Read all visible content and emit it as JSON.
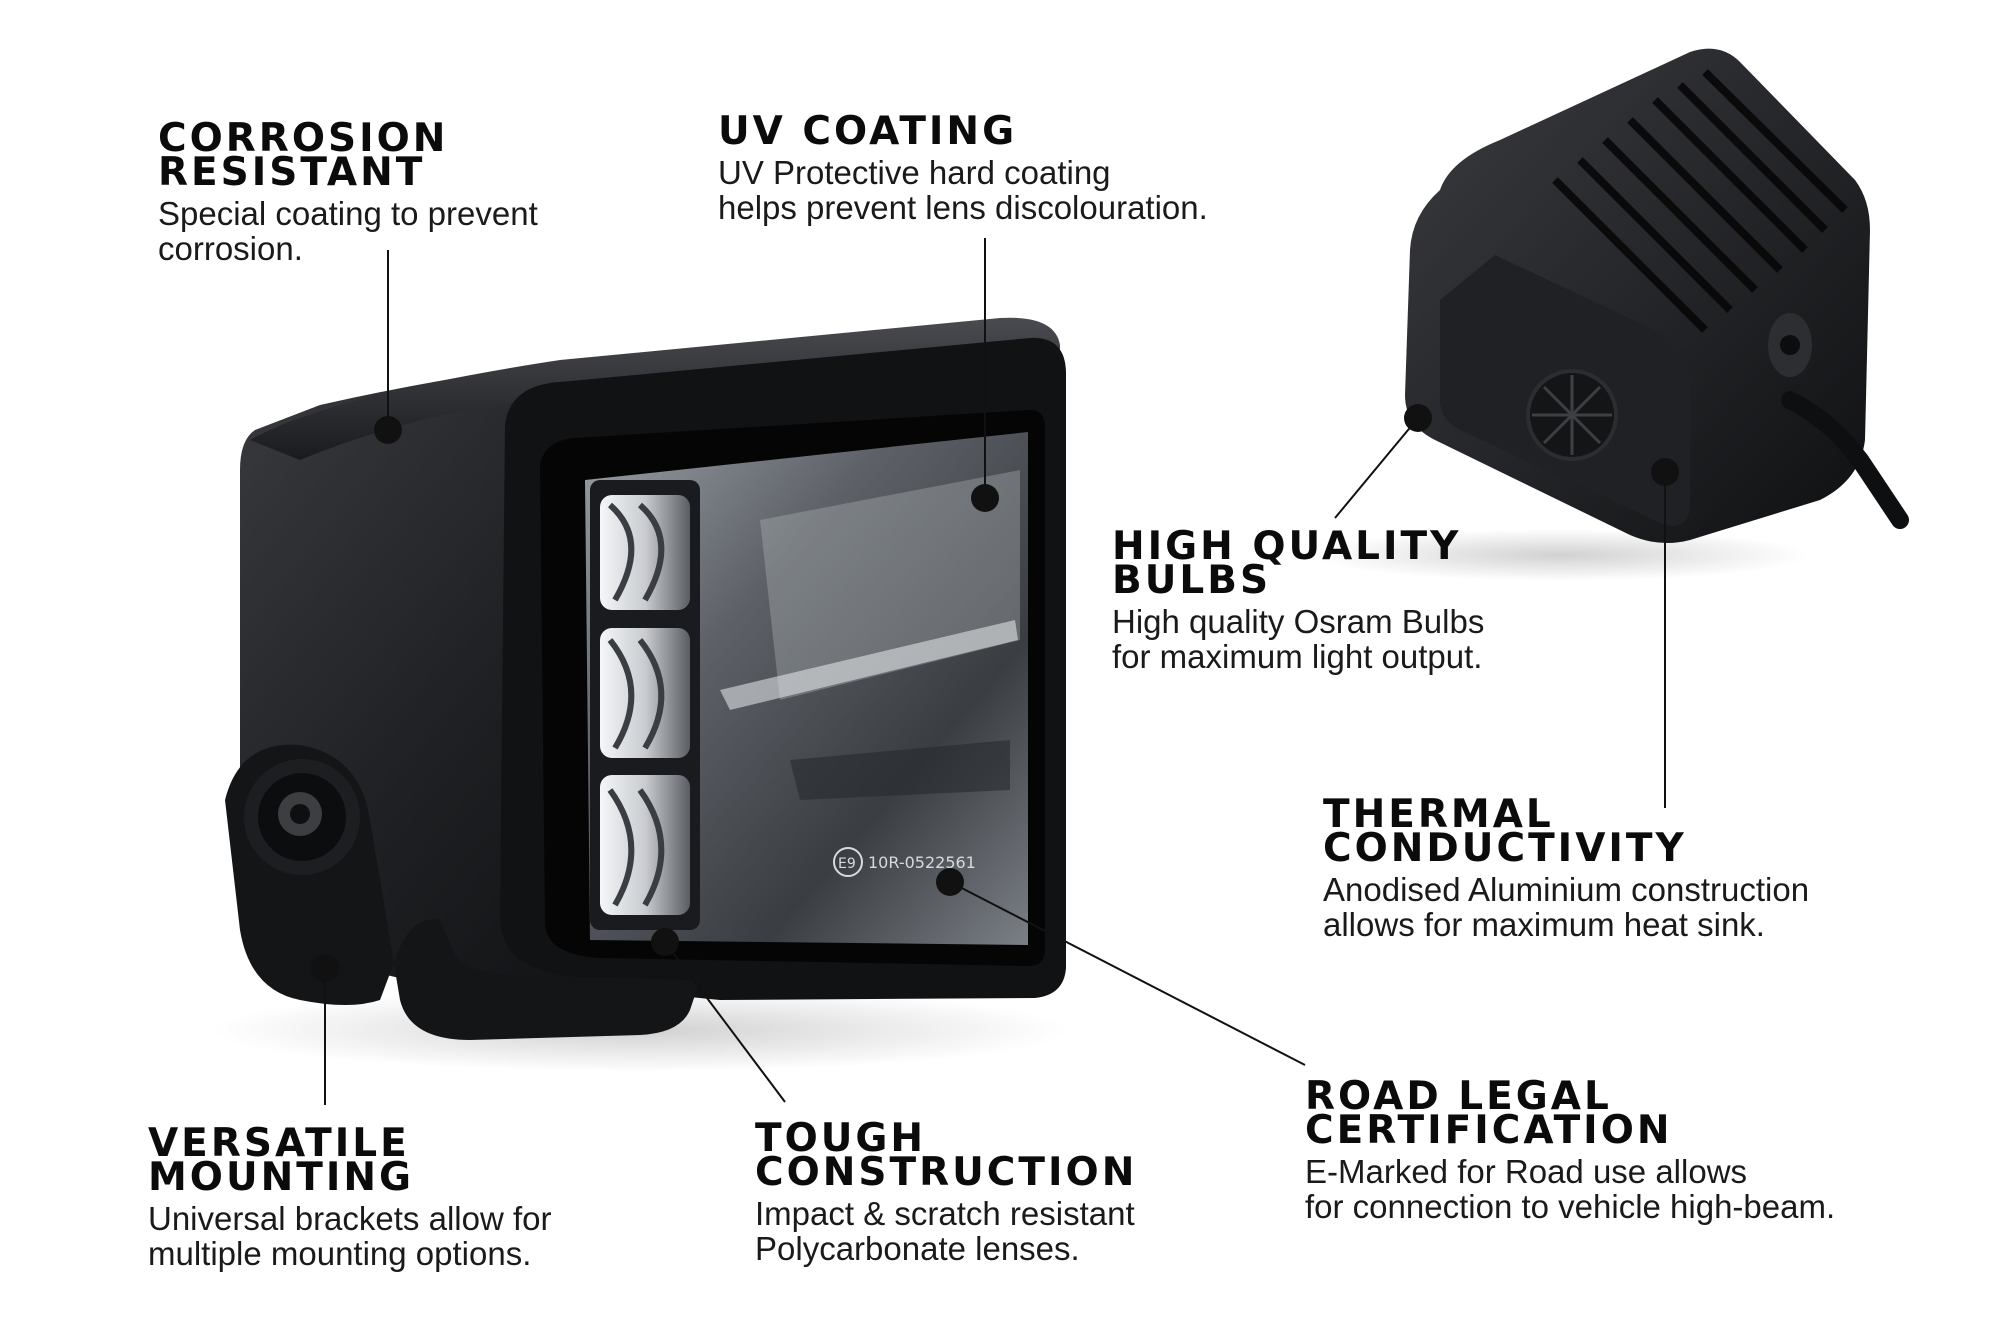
{
  "features": {
    "corrosion": {
      "title": [
        "CORROSION",
        "RESISTANT"
      ],
      "desc": [
        "Special coating to prevent",
        "corrosion."
      ]
    },
    "uv": {
      "title": [
        "UV COATING"
      ],
      "desc": [
        "UV Protective hard coating",
        "helps prevent lens discolouration."
      ]
    },
    "bulbs": {
      "title": [
        "HIGH QUALITY",
        "BULBS"
      ],
      "desc": [
        "High quality Osram Bulbs",
        "for maximum light output."
      ]
    },
    "thermal": {
      "title": [
        "THERMAL",
        "CONDUCTIVITY"
      ],
      "desc": [
        "Anodised Aluminium construction",
        "allows for maximum heat sink."
      ]
    },
    "mounting": {
      "title": [
        "VERSATILE",
        "MOUNTING"
      ],
      "desc": [
        "Universal brackets allow for",
        "multiple mounting options."
      ]
    },
    "tough": {
      "title": [
        "TOUGH",
        "CONSTRUCTION"
      ],
      "desc": [
        "Impact & scratch resistant",
        "Polycarbonate lenses."
      ]
    },
    "road": {
      "title": [
        "ROAD LEGAL",
        "CERTIFICATION"
      ],
      "desc": [
        "E-Marked for Road use allows",
        "for connection to vehicle high-beam."
      ]
    }
  },
  "product": {
    "emark_code": "10R-0522561",
    "emark_symbol": "E9"
  },
  "colors": {
    "housing": "#1c1d20",
    "bezel": "#0d0e10",
    "lens": "#6d7176",
    "callout": "#111111"
  }
}
